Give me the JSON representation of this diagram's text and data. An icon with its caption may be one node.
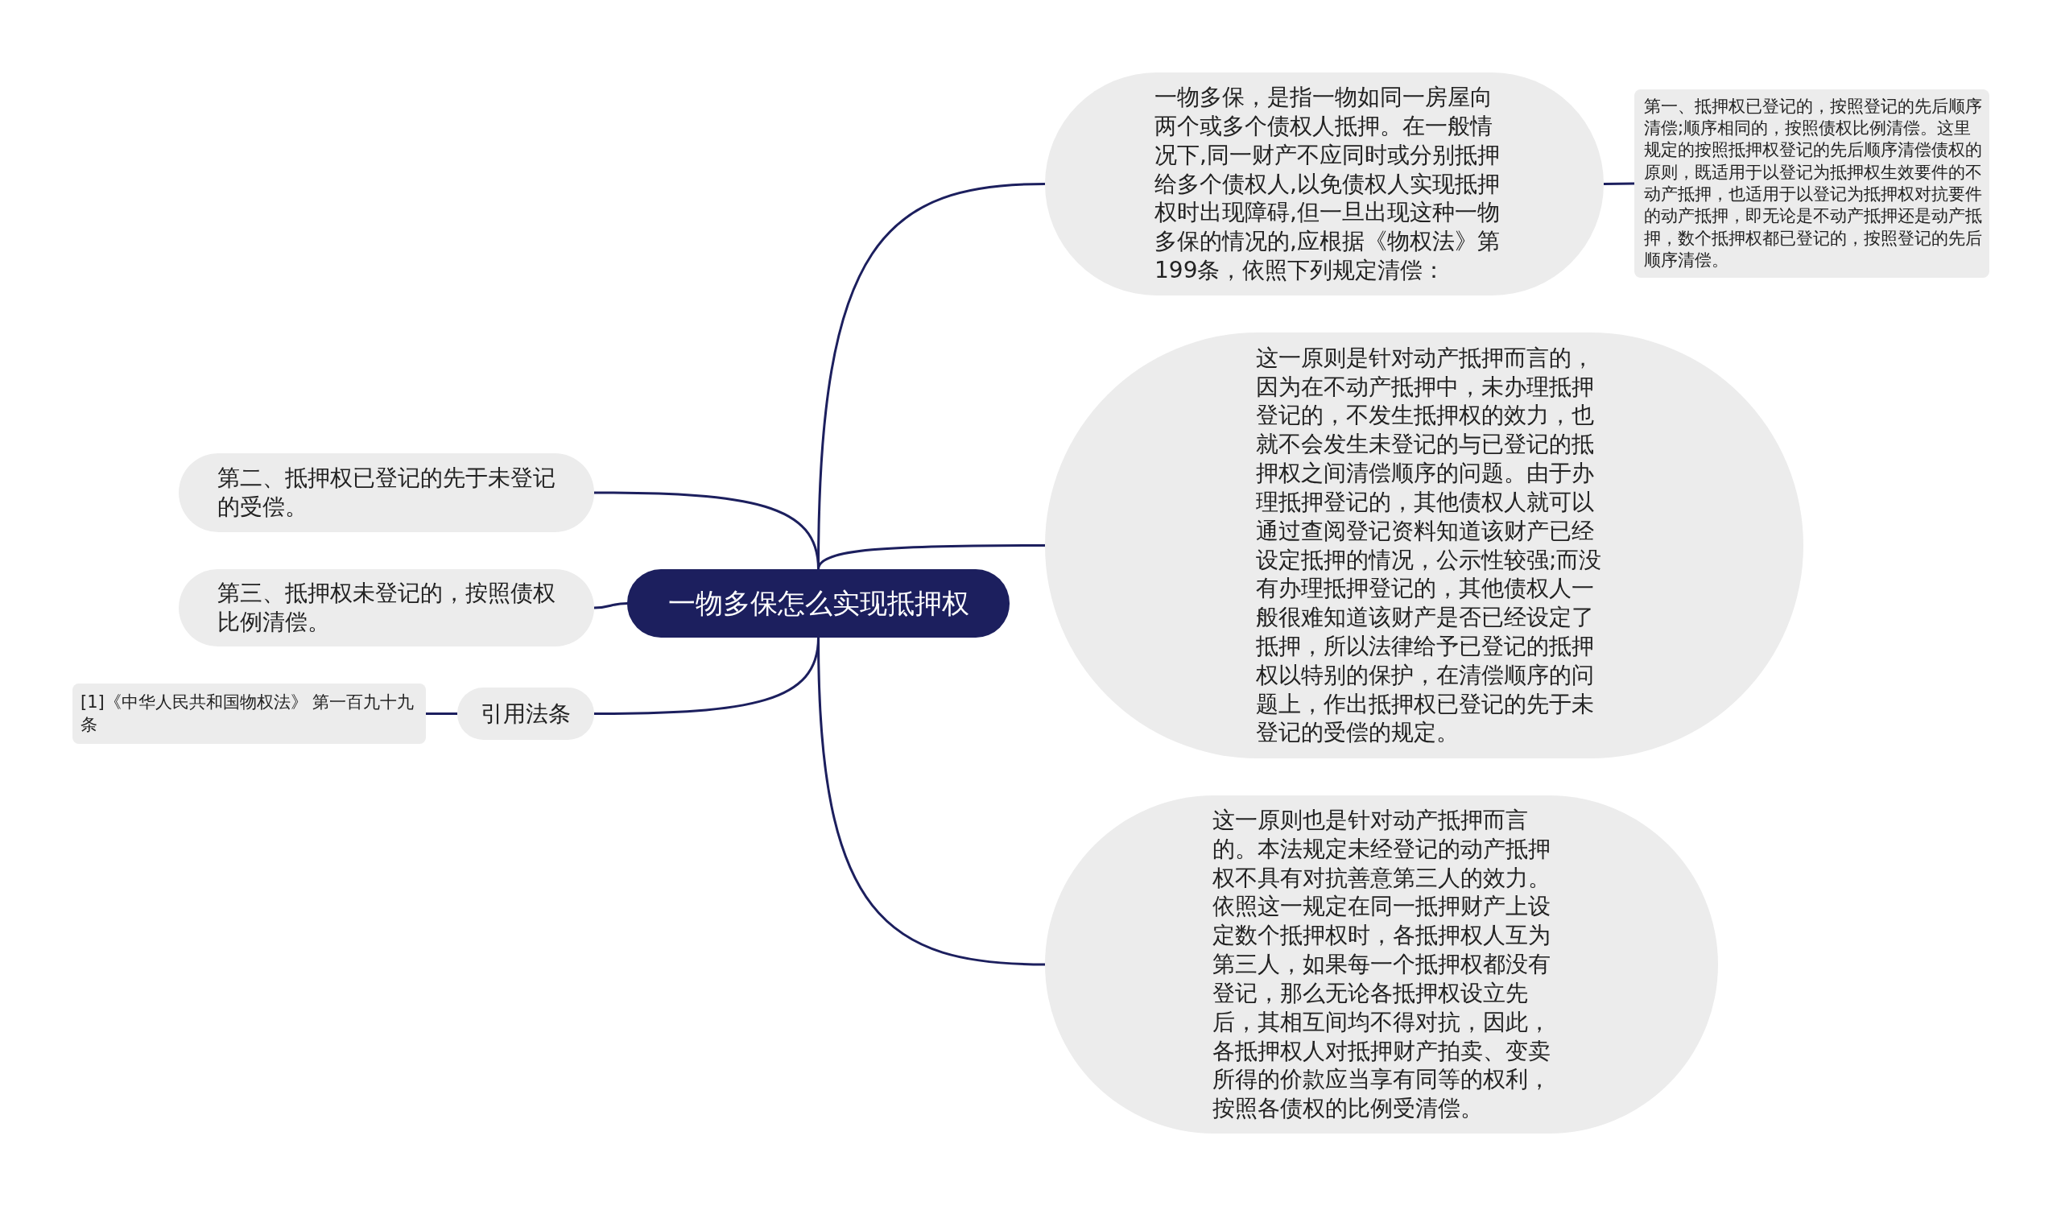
{
  "diagram": {
    "nodes": [
      {
        "text": [
          "一物多保怎么实现抵押权"
        ]
      },
      {
        "text": [
          "一物多保，是指一物如同一房屋向两个或多个债权人抵押。在一般情况下,同一财产不应同时或分别抵押给多个债权人,以免债权人实现抵押权时出现障碍,但一旦出现这种一物多保的情况的,应根据《物权法》第199条，依照下列规定清偿："
        ]
      },
      {
        "text": [
          "第一、抵押权已登记的，按照登记的先后顺序清偿;顺序相同的，按照债权比例清偿。这里规定的按照抵押权登记的先后顺序清偿债权的原则，既适用于以登记为抵押权生效要件的不动产抵押，也适用于以登记为抵押权对抗要件的动产抵押，即无论是不动产抵押还是动产抵押，数个抵押权都已登记的，按照登记的先后顺序清偿。"
        ]
      },
      {
        "text": [
          "这一原则是针对动产抵押而言的，因为在不动产抵押中，未办理抵押登记的，不发生抵押权的效力，也就不会发生未登记的与已登记的抵押权之间清偿顺序的问题。由于办理抵押登记的，其他债权人就可以通过查阅登记资料知道该财产已经设定抵押的情况，公示性较强;而没有办理抵押登记的，其他债权人一般很难知道该财产是否已经设定了抵押，所以法律给予已登记的抵押权以特别的保护，在清偿顺序的问题上，作出抵押权已登记的先于未登记的受偿的规定。"
        ]
      },
      {
        "text": [
          "这一原则也是针对动产抵押而言的。本法规定未经登记的动产抵押权不具有对抗善意第三人的效力。依照这一规定在同一抵押财产上设定数个抵押权时，各抵押权人互为第三人，如果每一个抵押权都没有登记，那么无论各抵押权设立先后，其相互间均不得对抗，因此，各抵押权人对抵押财产拍卖、变卖所得的价款应当享有同等的权利，按照各债权的比例受清偿。"
        ]
      },
      {
        "text": [
          "第二、抵押权已登记的先于未登记的受偿。"
        ]
      },
      {
        "text": [
          "第三、抵押权未登记的，按照债权比例清偿。"
        ]
      },
      {
        "text": [
          "引用法条"
        ]
      },
      {
        "text": [
          "[1]《中华人民共和国物权法》 第一百九十九条"
        ]
      }
    ],
    "edges": [
      {
        "from": 0,
        "to": 1,
        "arrow": "none"
      },
      {
        "from": 0,
        "to": 3,
        "arrow": "none"
      },
      {
        "from": 0,
        "to": 4,
        "arrow": "none"
      },
      {
        "from": 0,
        "to": 5,
        "arrow": "none"
      },
      {
        "from": 0,
        "to": 6,
        "arrow": "none"
      },
      {
        "from": 0,
        "to": 7,
        "arrow": "none"
      },
      {
        "from": 1,
        "to": 2,
        "arrow": "none"
      },
      {
        "from": 7,
        "to": 8,
        "arrow": "none"
      }
    ]
  }
}
